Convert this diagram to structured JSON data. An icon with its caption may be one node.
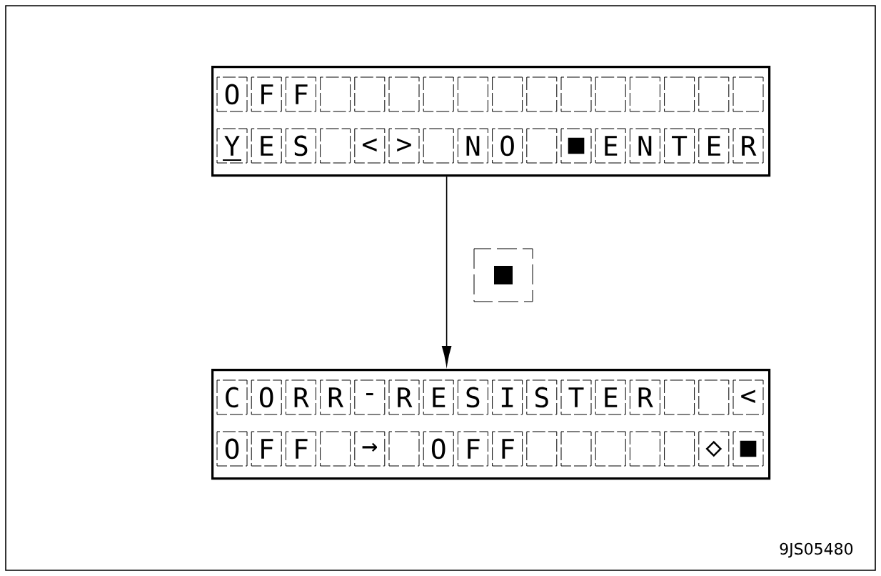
{
  "diagram": {
    "nodes": [
      {
        "text": [
          "O",
          "F",
          "F",
          "Y",
          "E",
          "S",
          "<",
          ">",
          "N",
          "O",
          "■",
          "E",
          "N",
          "T",
          "E",
          "R"
        ]
      },
      {
        "text": [
          "C",
          "O",
          "R",
          "R",
          "-",
          "R",
          "E",
          "S",
          "I",
          "S",
          "T",
          "E",
          "R",
          "<",
          "O",
          "F",
          "F",
          "→",
          "O",
          "F",
          "F",
          "◇",
          "■"
        ]
      }
    ],
    "edges": [
      {
        "from": 0,
        "to": 1,
        "arrow": "to"
      }
    ],
    "labels": [
      "9JS05480"
    ]
  }
}
